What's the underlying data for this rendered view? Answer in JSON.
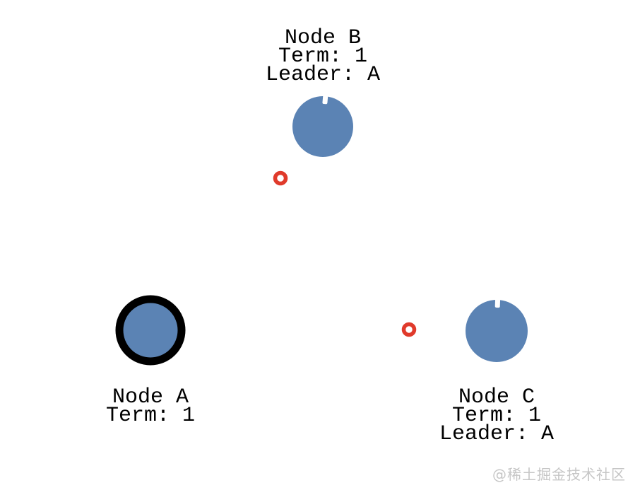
{
  "diagram_type": "raft-consensus-cluster",
  "colors": {
    "background": "#ffffff",
    "node_fill": "#5b83b4",
    "leader_ring": "#000000",
    "message": "#e03a2b",
    "text": "#000000",
    "watermark": "#c6c6c6"
  },
  "nodes": [
    {
      "id": "A",
      "name": "Node A",
      "term_text": "Term: 1",
      "leader_text": "",
      "role": "leader"
    },
    {
      "id": "B",
      "name": "Node B",
      "term_text": "Term: 1",
      "leader_text": "Leader: A",
      "role": "follower"
    },
    {
      "id": "C",
      "name": "Node C",
      "term_text": "Term: 1",
      "leader_text": "Leader: A",
      "role": "follower"
    }
  ],
  "messages": [
    {
      "icon": "heartbeat-message-icon"
    },
    {
      "icon": "heartbeat-message-icon"
    }
  ],
  "watermark": "@稀土掘金技术社区"
}
